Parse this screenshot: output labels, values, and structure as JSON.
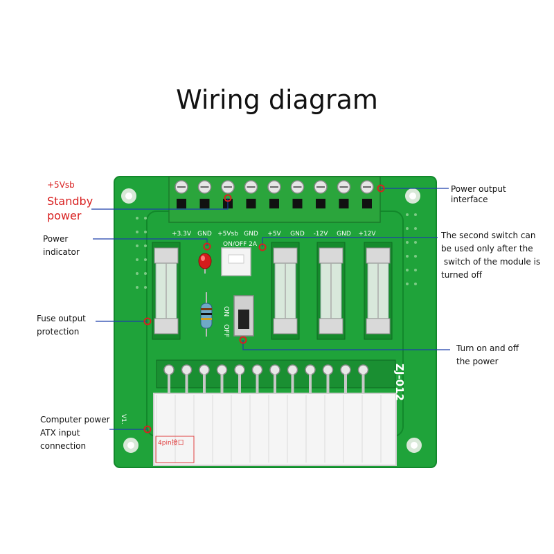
{
  "title": "Wiring diagram",
  "colors": {
    "board": "#1fa33a",
    "board_dark": "#138a2a",
    "terminal": "#2ba53c",
    "callout_line": "#1c3faa",
    "callout_dot": "#d82020",
    "standby": "#d81e1e"
  },
  "callouts": {
    "standby_voltage": "+5Vsb",
    "standby_title_1": "Standby",
    "standby_title_2": "power",
    "power_indicator_1": "Power",
    "power_indicator_2": "indicator",
    "fuse_1": "Fuse output",
    "fuse_2": "protection",
    "atx_1": "Computer power",
    "atx_2": "ATX input",
    "atx_3": "connection",
    "output_1": "Power output",
    "output_2": "interface",
    "second_switch_1": "The second switch can",
    "second_switch_2": "be used only after the",
    "second_switch_3": " switch of the module is",
    "second_switch_4": "turned off",
    "turn_on_1": "Turn on and off",
    "turn_on_2": "the power"
  },
  "board": {
    "terminal_labels": [
      "+3.3V",
      "GND",
      "+5Vsb",
      "GND",
      "+5V",
      "GND",
      "-12V",
      "GND",
      "+12V"
    ],
    "switch_on": "ON",
    "switch_off": "OFF",
    "model": "ZJ-012",
    "silk_top": "ON/OFF 2A",
    "pin_label": "4pin接口",
    "version": "V1."
  }
}
